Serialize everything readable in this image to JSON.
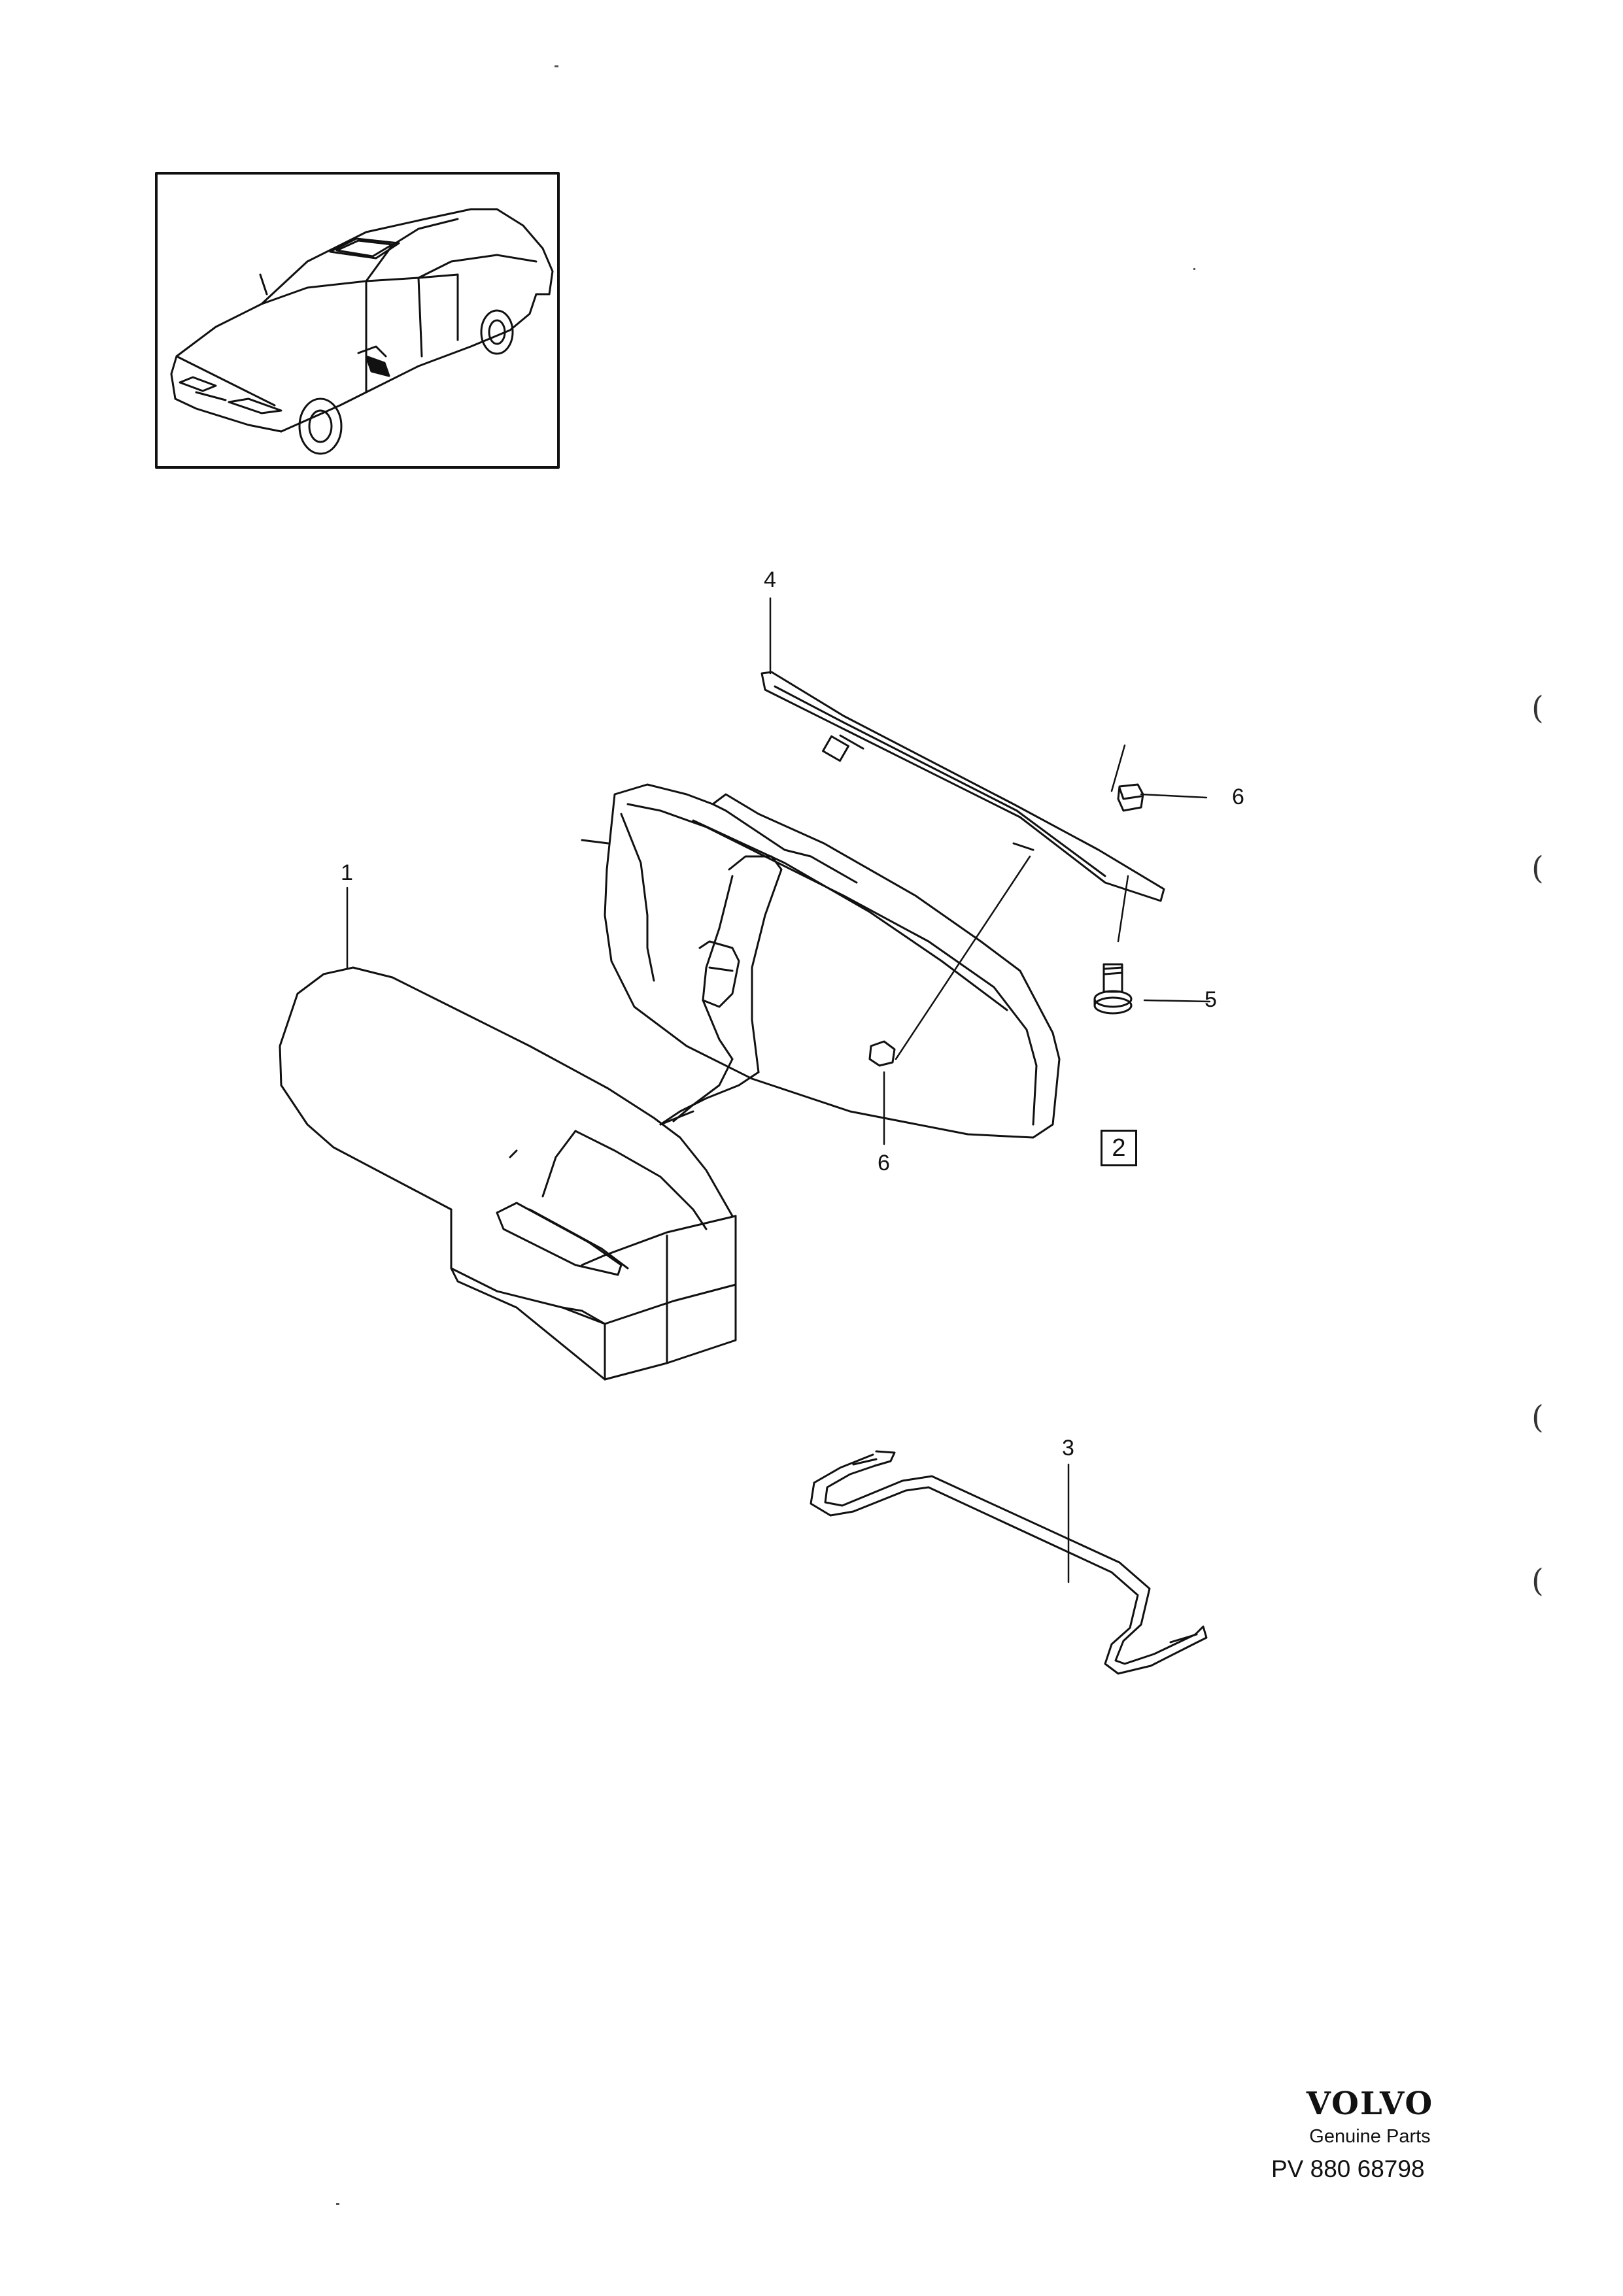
{
  "callouts": {
    "part_1": "1",
    "part_2": "2",
    "part_3": "3",
    "part_4": "4",
    "part_5": "5",
    "part_6_top": "6",
    "part_6_bottom": "6"
  },
  "brand": {
    "name": "VOLVO",
    "subtitle": "Genuine Parts",
    "code": "PV 880 68798"
  },
  "margin_marks": [
    "(",
    "(",
    "(",
    "("
  ]
}
